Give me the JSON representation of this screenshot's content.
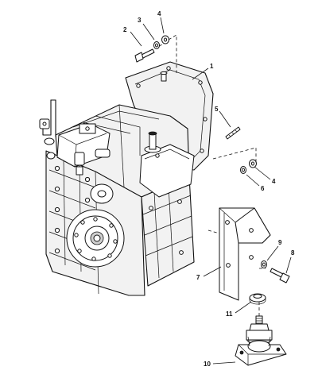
{
  "callouts": {
    "c1": "1",
    "c2": "2",
    "c3": "3",
    "c4a": "4",
    "c4b": "4",
    "c5": "5",
    "c6": "6",
    "c7": "7",
    "c8": "8",
    "c9": "9",
    "c10": "10",
    "c11": "11"
  }
}
